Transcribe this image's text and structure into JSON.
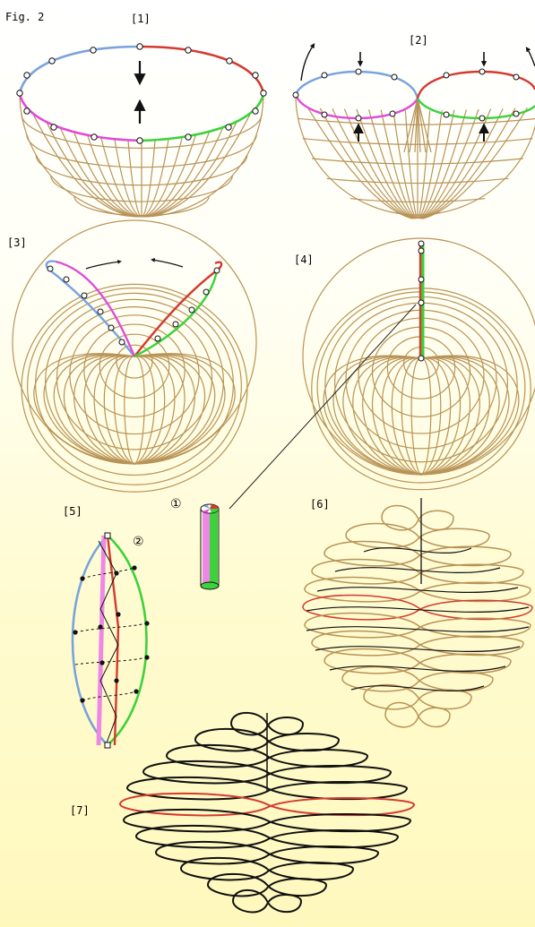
{
  "figure": {
    "title": "Fig. 2",
    "panel_labels": [
      "[1]",
      "[2]",
      "[3]",
      "[4]",
      "[5]",
      "[6]",
      "[7]"
    ],
    "markers": [
      "①",
      "②"
    ]
  },
  "colors": {
    "mesh": "#b89356",
    "blue": "#7aa3dc",
    "red": "#d43a30",
    "magenta": "#e04cd6",
    "green": "#3bd23b",
    "pink": "#ee88e6",
    "black": "#111111",
    "node_fill": "#ffffff"
  }
}
